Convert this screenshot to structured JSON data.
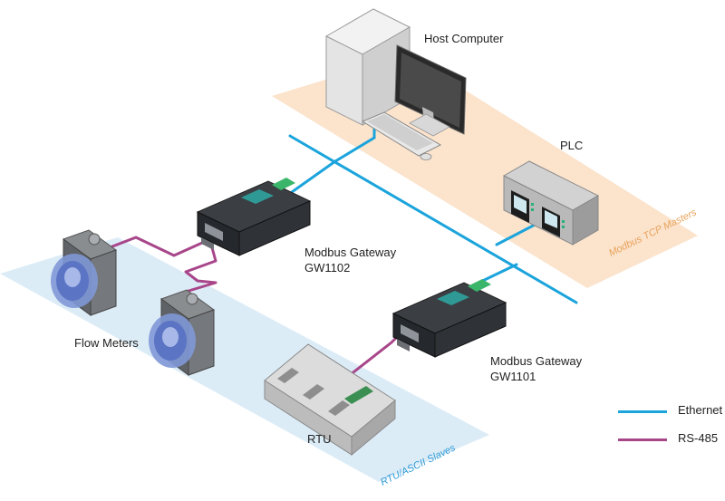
{
  "colors": {
    "ethernet": "#1ba4dc",
    "rs485": "#a8468a",
    "master_zone": "#fbe3cc",
    "slave_zone": "#dcecf7",
    "master_zone_text": "#e8a25a",
    "slave_zone_text": "#2f9ad8"
  },
  "zones": {
    "masters": "Modbus TCP Masters",
    "slaves": "RTU/ASCII  Slaves"
  },
  "devices": {
    "host": "Host Computer",
    "plc": "PLC",
    "gw1102_line1": "Modbus Gateway",
    "gw1102_line2": "GW1102",
    "gw1101_line1": "Modbus Gateway",
    "gw1101_line2": "GW1101",
    "flow_meters": "Flow Meters",
    "rtu": "RTU"
  },
  "legend": {
    "ethernet": "Ethernet",
    "rs485": "RS-485"
  },
  "icons": {
    "host": "desktop-computer-icon",
    "plc": "plc-icon",
    "gateway": "gateway-device-icon",
    "flow_meter": "flow-meter-icon",
    "rtu": "rtu-module-icon"
  }
}
